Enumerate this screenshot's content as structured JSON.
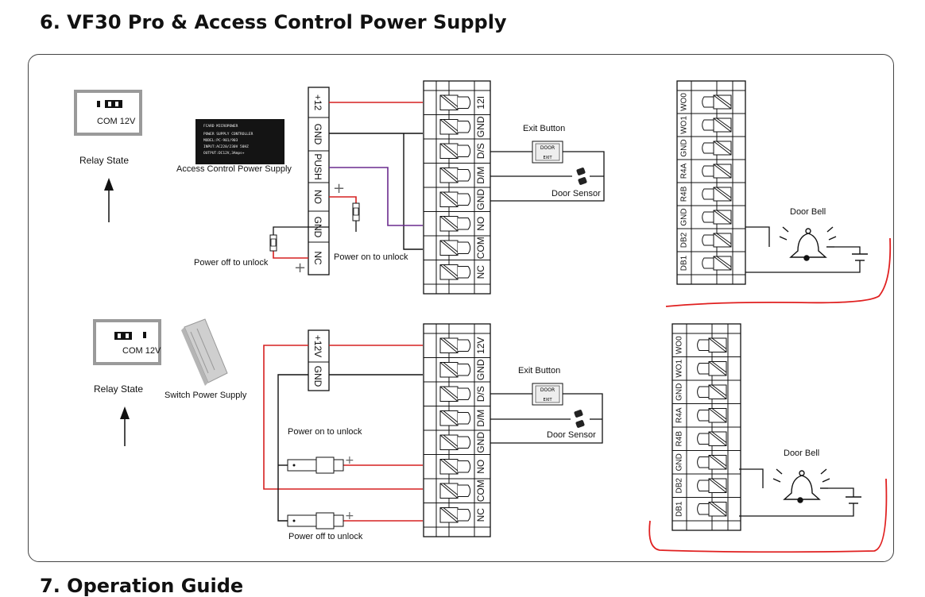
{
  "heading": "6. VF30 Pro & Access Control Power Supply",
  "next_heading": "7. Operation Guide",
  "top": {
    "relay_com": "COM 12V",
    "relay_state": "Relay State",
    "supply_label": "Access Control Power Supply",
    "supply_text": [
      "FCARD MICROPOWER",
      "POWER SUPPLY CONTROLLER",
      "MODEL:PC-901/903",
      "INPUT:AC220/230V 50HZ",
      "OUTPUT:DC12V,3Amps+"
    ],
    "psu_terminals": [
      "+12",
      "GND",
      "PUSH",
      "NO",
      "GND",
      "NC"
    ],
    "power_off": "Power off to unlock",
    "power_on": "Power on to unlock",
    "controller_terminals": [
      "12I",
      "GND",
      "D/S",
      "D/M",
      "GND",
      "NO",
      "COM",
      "NC"
    ],
    "exit_button": "Exit Button",
    "door_sensor": "Door Sensor",
    "exit_door": "DOOR",
    "exit_exit": "EXIT",
    "bell_terminals": [
      "WO0",
      "WO1",
      "GND",
      "R4A",
      "R4B",
      "GND",
      "DB2",
      "DB1"
    ],
    "door_bell": "Door Bell",
    "plus": "+"
  },
  "bottom": {
    "relay_com": "COM 12V",
    "relay_state": "Relay State",
    "supply_label": "Switch Power Supply",
    "psu_terminals": [
      "+12V",
      "GND"
    ],
    "power_on": "Power on to unlock",
    "power_off": "Power off to unlock",
    "controller_terminals": [
      "12V",
      "GND",
      "D/S",
      "D/M",
      "GND",
      "NO",
      "COM",
      "NC"
    ],
    "exit_button": "Exit Button",
    "door_sensor": "Door Sensor",
    "exit_door": "DOOR",
    "exit_exit": "EXIT",
    "bell_terminals": [
      "WO0",
      "WO1",
      "GND",
      "R4A",
      "R4B",
      "GND",
      "DB2",
      "DB1"
    ],
    "door_bell": "Door Bell",
    "plus": "+"
  }
}
